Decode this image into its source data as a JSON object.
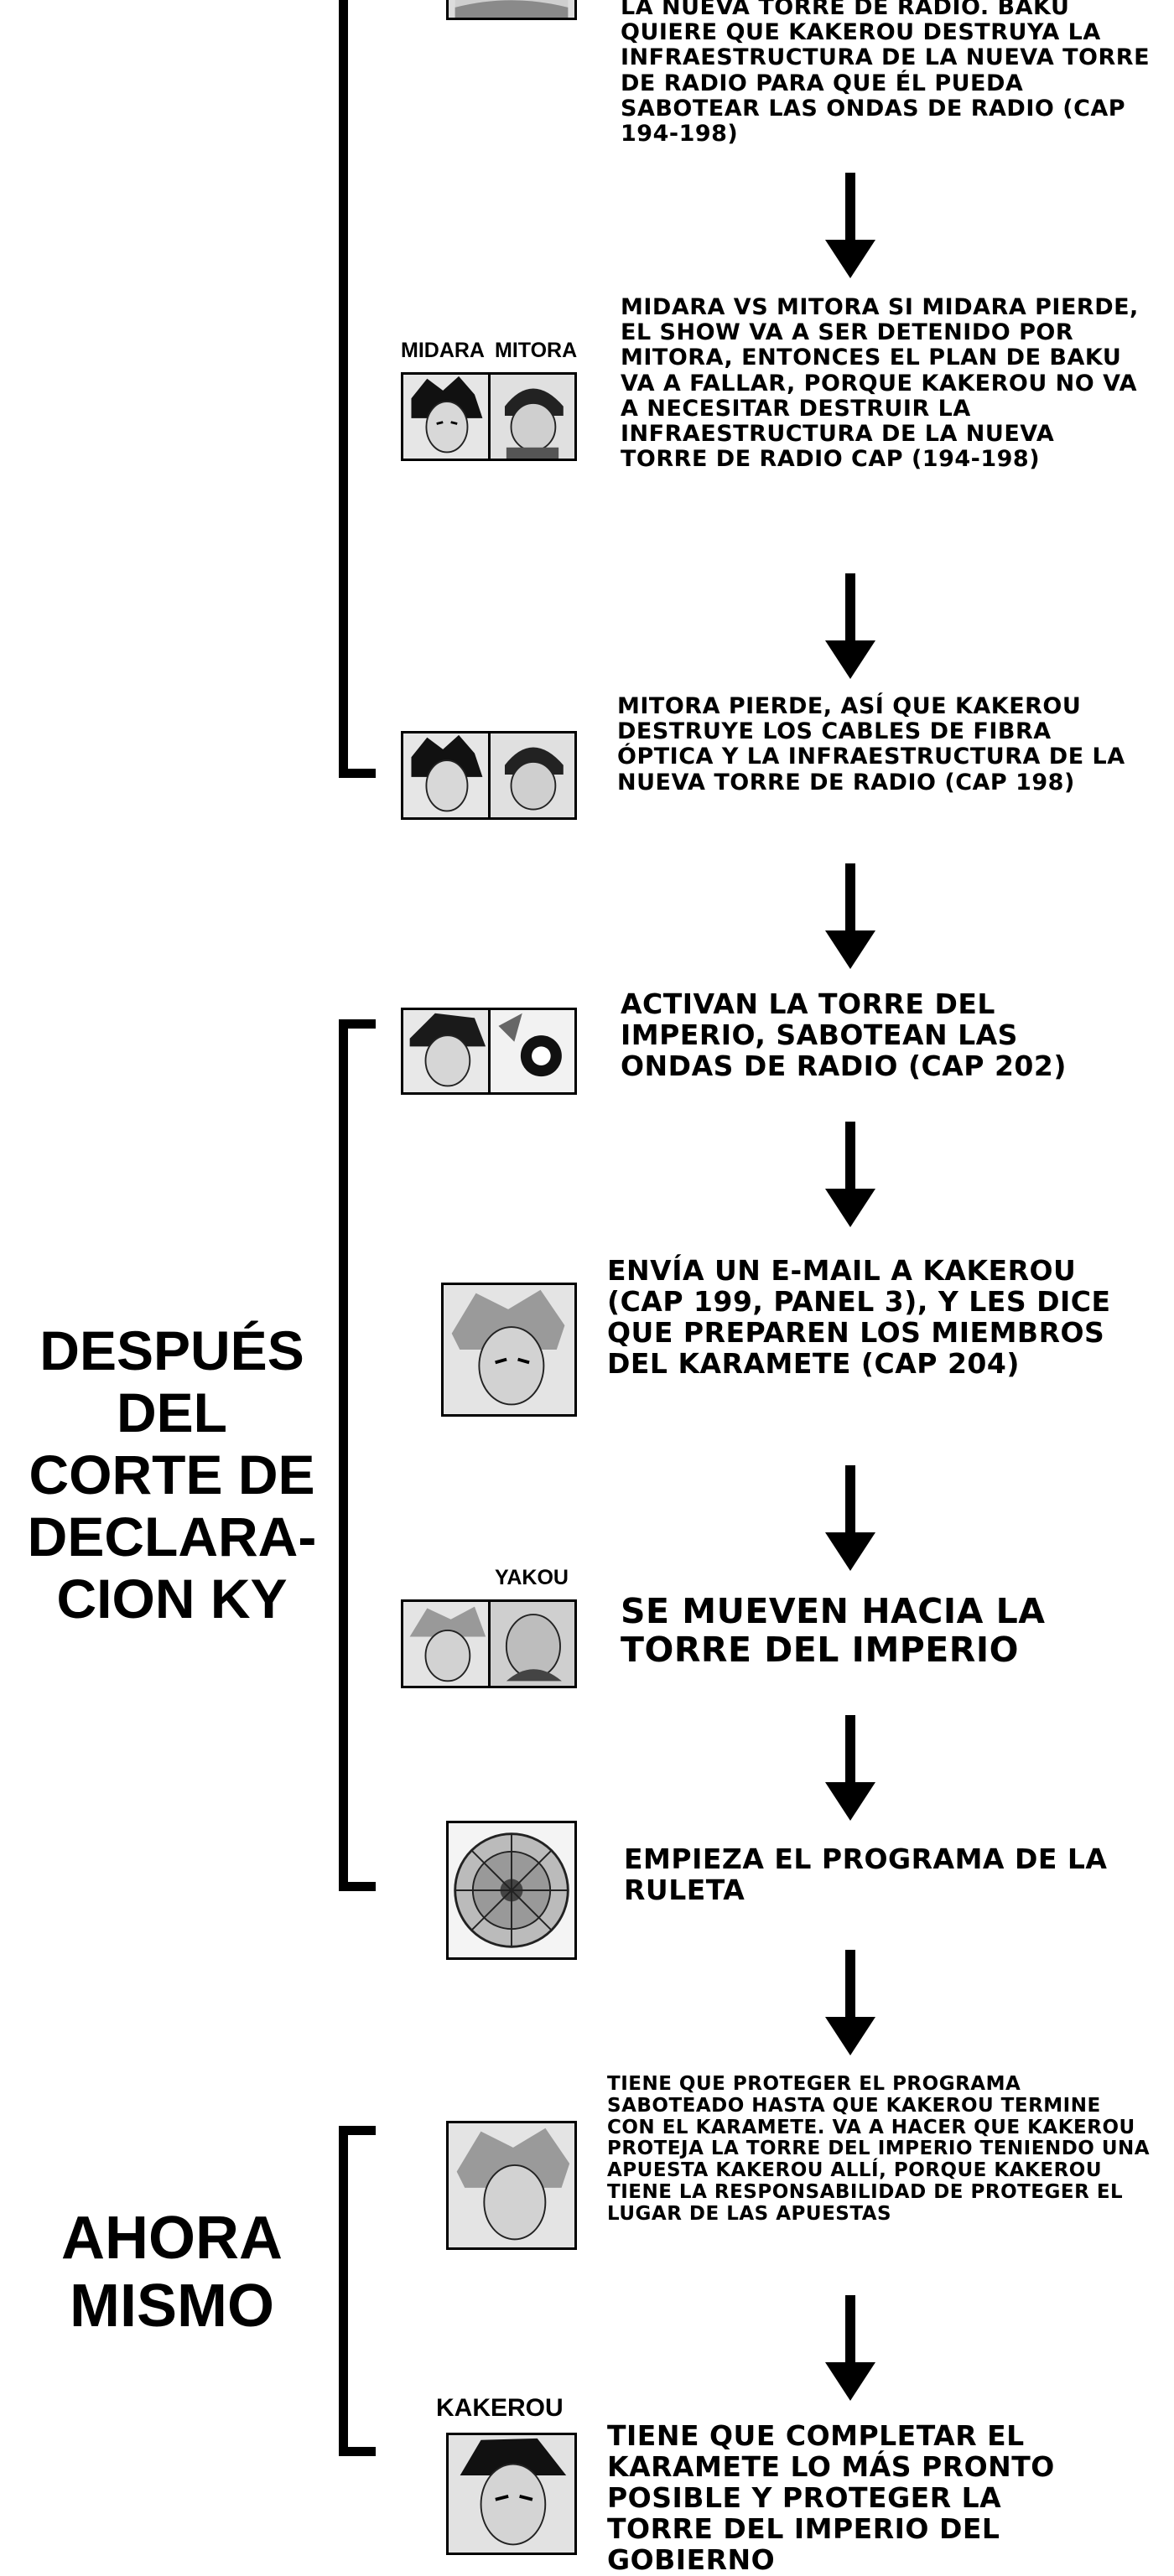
{
  "sections": [
    {
      "id": "despues",
      "label": "DESPUÉS DEL CORTE DE DECLARA-CION KY"
    },
    {
      "id": "ahora",
      "label": "AHORA MISMO"
    }
  ],
  "characters": {
    "midara": "MIDARA",
    "mitora": "MITORA",
    "yakou": "YAKOU",
    "kakerou": "KAKEROU"
  },
  "nodes": [
    {
      "id": "n1",
      "text": "LA NUEVA TORRE DE RADIO. BAKU QUIERE QUE KAKEROU DESTRUYA LA INFRAESTRUCTURA DE LA NUEVA TORRE DE RADIO PARA QUE ÉL PUEDA SABOTEAR LAS ONDAS DE RADIO (CAP 194-198)"
    },
    {
      "id": "n2",
      "text": "MIDARA VS MITORA SI MIDARA PIERDE, EL SHOW VA A SER DETENIDO POR MITORA, ENTONCES EL PLAN DE BAKU VA A FALLAR, PORQUE KAKEROU NO VA A NECESITAR DESTRUIR LA INFRAESTRUCTURA DE LA NUEVA TORRE DE RADIO CAP (194-198)"
    },
    {
      "id": "n3",
      "text": "MITORA PIERDE, ASÍ QUE KAKEROU DESTRUYE LOS CABLES DE FIBRA ÓPTICA Y LA INFRAESTRUCTURA DE LA NUEVA TORRE DE RADIO (CAP 198)"
    },
    {
      "id": "n4",
      "text": "ACTIVAN LA TORRE DEL IMPERIO, SABOTEAN LAS ONDAS DE RADIO (CAP 202)"
    },
    {
      "id": "n5",
      "text": "ENVÍA UN E-MAIL A KAKEROU (CAP 199, PANEL 3), Y LES DICE QUE PREPAREN LOS MIEMBROS DEL KARAMETE (CAP 204)"
    },
    {
      "id": "n6",
      "text": "SE MUEVEN HACIA LA TORRE DEL IMPERIO"
    },
    {
      "id": "n7",
      "text": "EMPIEZA EL PROGRAMA DE LA RULETA"
    },
    {
      "id": "n8",
      "text": "TIENE QUE PROTEGER EL PROGRAMA SABOTEADO HASTA QUE KAKEROU TERMINE CON EL KARAMETE. VA A HACER QUE KAKEROU PROTEJA LA TORRE DEL IMPERIO TENIENDO UNA APUESTA KAKEROU ALLÍ, PORQUE KAKEROU TIENE LA RESPONSABILIDAD DE PROTEGER EL LUGAR DE LAS APUESTAS"
    },
    {
      "id": "n9",
      "text": "TIENE QUE COMPLETAR EL KARAMETE LO MÁS PRONTO POSIBLE Y PROTEGER LA TORRE DEL IMPERIO DEL GOBIERNO"
    }
  ]
}
